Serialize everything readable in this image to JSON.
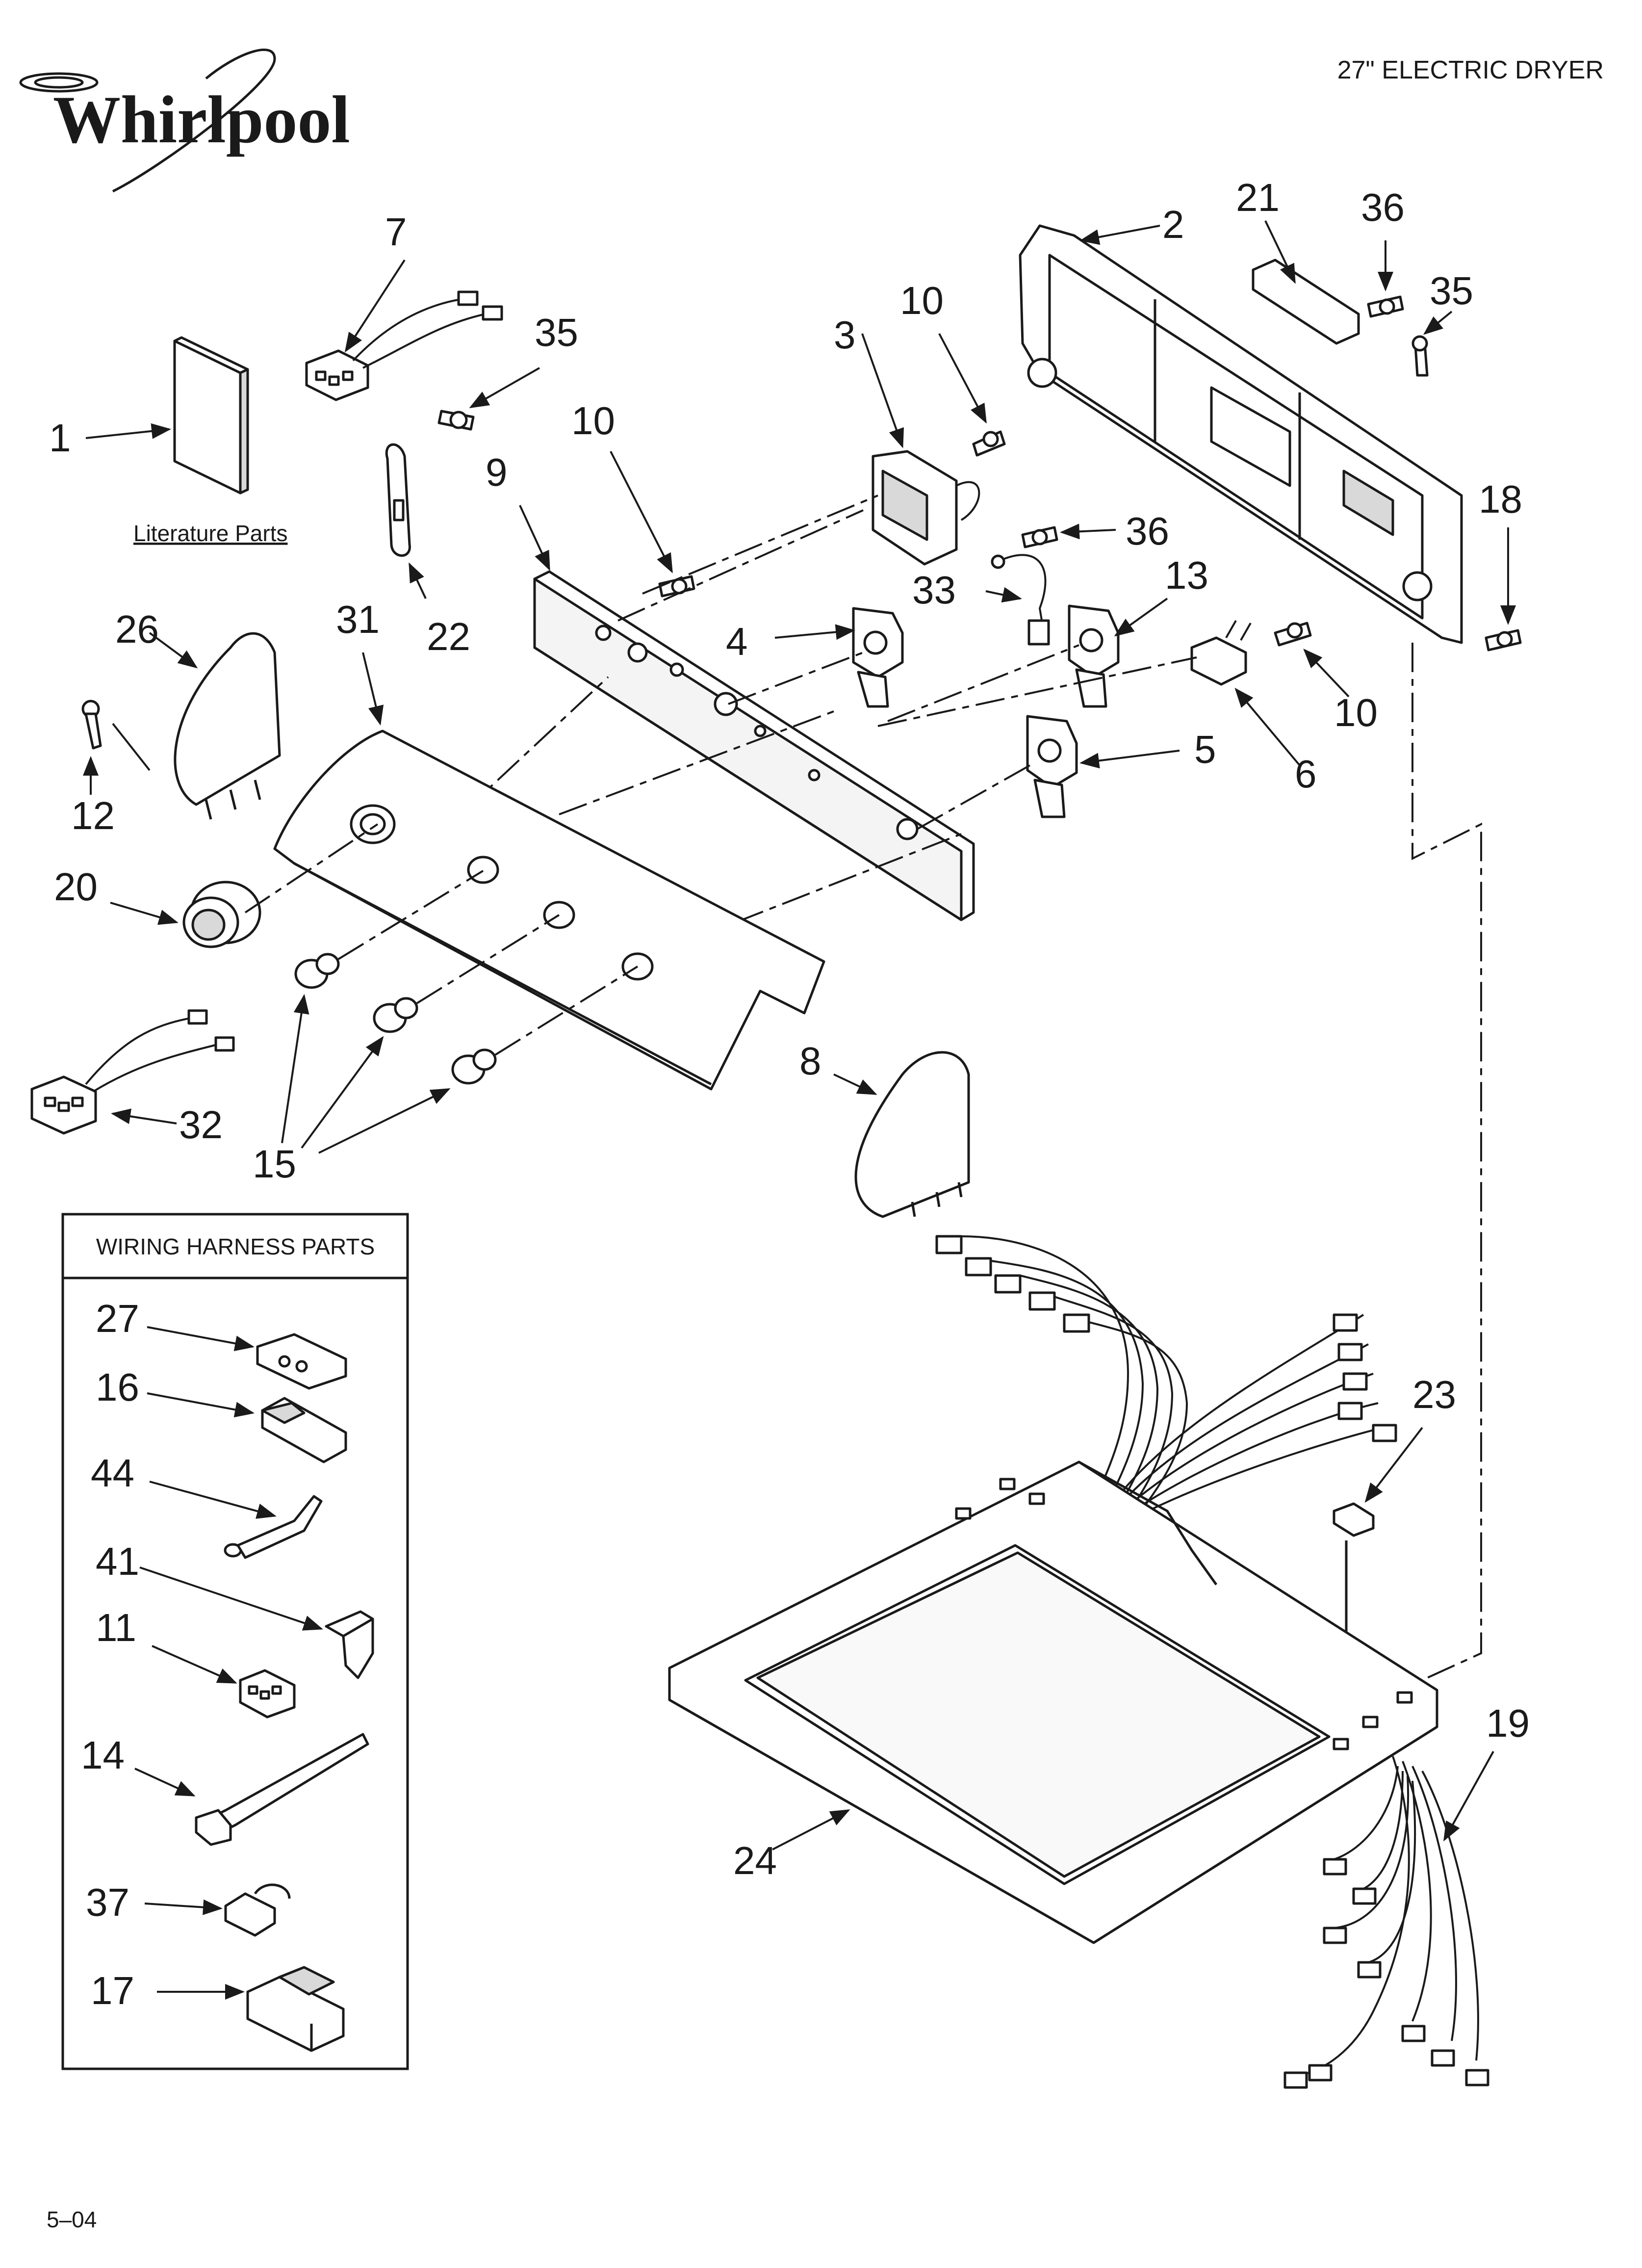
{
  "header": {
    "brand": "Whirlpool",
    "model_title": "27\" ELECTRIC DRYER"
  },
  "footer": {
    "page_code": "5–04"
  },
  "literature_label": "Literature Parts",
  "harness_box": {
    "title": "WIRING HARNESS PARTS",
    "numbers": [
      "27",
      "16",
      "44",
      "41",
      "11",
      "14",
      "37",
      "17"
    ]
  },
  "callouts": {
    "c1": "1",
    "c2": "2",
    "c3": "3",
    "c4": "4",
    "c5": "5",
    "c6": "6",
    "c7": "7",
    "c8": "8",
    "c9": "9",
    "c10a": "10",
    "c10b": "10",
    "c10c": "10",
    "c12": "12",
    "c13": "13",
    "c15": "15",
    "c18": "18",
    "c19": "19",
    "c20": "20",
    "c21": "21",
    "c22": "22",
    "c23": "23",
    "c24": "24",
    "c26": "26",
    "c31": "31",
    "c32": "32",
    "c33": "33",
    "c35a": "35",
    "c35b": "35",
    "c36a": "36",
    "c36b": "36"
  }
}
